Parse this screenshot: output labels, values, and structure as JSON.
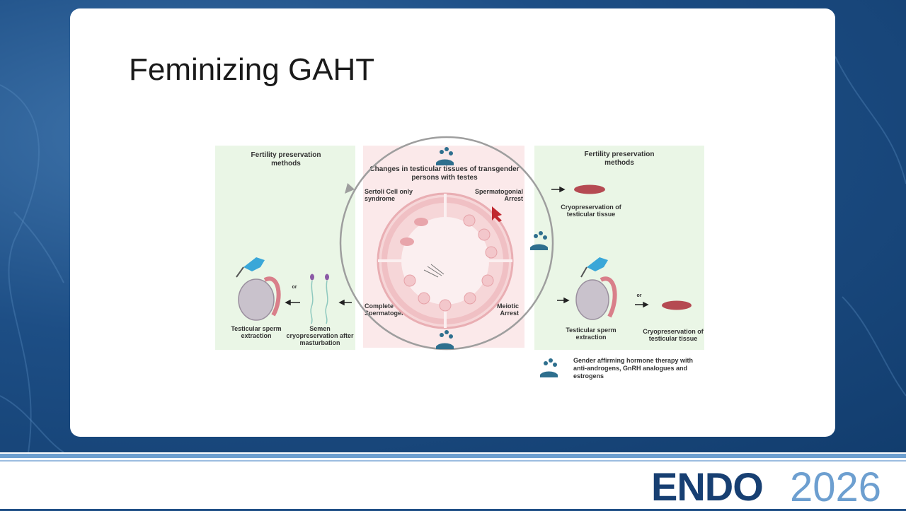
{
  "slide": {
    "title": "Feminizing GAHT"
  },
  "diagram": {
    "left_panel": {
      "header": "Fertility preservation methods",
      "tse_label": "Testicular sperm extraction",
      "semen_label": "Semen cryopreservation after masturbation",
      "or": "or"
    },
    "center_panel": {
      "header": "Changes in testicular tissues of transgender persons with testes",
      "sertoli": "Sertoli Cell only syndrome",
      "spermatogonial": "Spermatogonial Arrest",
      "complete": "Complete Spermatogenesis",
      "meiotic": "Meiotic Arrest"
    },
    "right_panel": {
      "header": "Fertility preservation methods",
      "cryo_top": "Cryopreservation of testicular tissue",
      "tse_label": "Testicular sperm extraction",
      "cryo_bottom": "Cryopreservation of testicular tissue",
      "or": "or"
    },
    "legend": {
      "text": "Gender affirming hormone therapy with anti-androgens, GnRH analogues and estrogens",
      "icon": "hand-with-pills-icon"
    }
  },
  "footer": {
    "logo_text": "ENDO",
    "logo_year": "2026"
  },
  "colors": {
    "brand_navy": "#1f4f86",
    "panel_green": "#eaf6e6",
    "panel_pink": "#fbe9ea",
    "tissue_pink": "#f2c2c6",
    "teal_icon": "#2e6f8e"
  }
}
